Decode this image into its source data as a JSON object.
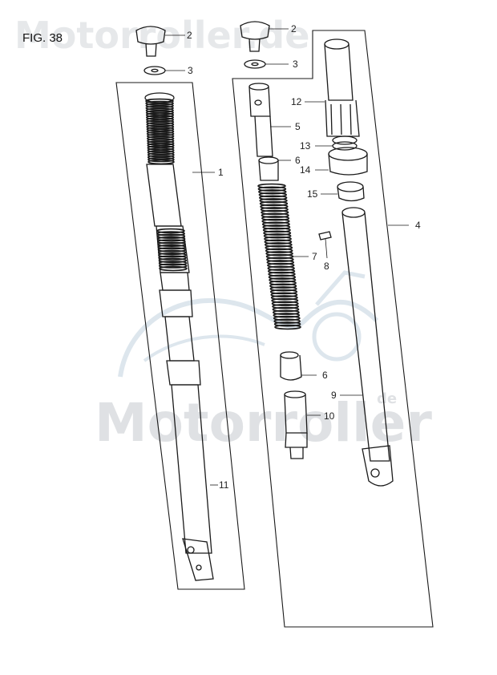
{
  "figure_label": "FIG. 38",
  "watermark": {
    "top_text": "Motorroller.de",
    "center_text": "Motorroller",
    "center_suffix": "de"
  },
  "callouts": [
    {
      "id": "c2a",
      "text": "2"
    },
    {
      "id": "c3a",
      "text": "3"
    },
    {
      "id": "c1",
      "text": "1"
    },
    {
      "id": "c11",
      "text": "11"
    },
    {
      "id": "c2b",
      "text": "2"
    },
    {
      "id": "c3b",
      "text": "3"
    },
    {
      "id": "c12",
      "text": "12"
    },
    {
      "id": "c5",
      "text": "5"
    },
    {
      "id": "c13",
      "text": "13"
    },
    {
      "id": "c6a",
      "text": "6"
    },
    {
      "id": "c14",
      "text": "14"
    },
    {
      "id": "c15",
      "text": "15"
    },
    {
      "id": "c4",
      "text": "4"
    },
    {
      "id": "c7",
      "text": "7"
    },
    {
      "id": "c8",
      "text": "8"
    },
    {
      "id": "c6b",
      "text": "6"
    },
    {
      "id": "c9",
      "text": "9"
    },
    {
      "id": "c10",
      "text": "10"
    }
  ]
}
